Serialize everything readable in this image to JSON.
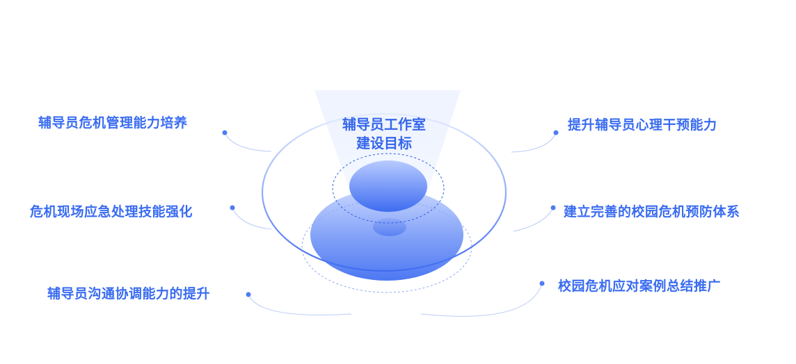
{
  "center": {
    "line1": "辅导员工作室",
    "line2": "建设目标"
  },
  "goals": {
    "left_top": "辅导员危机管理能力培养",
    "left_middle": "危机现场应急处理技能强化",
    "left_bottom": "辅导员沟通协调能力的提升",
    "right_top": "提升辅导员心理干预能力",
    "right_middle": "建立完善的校园危机预防体系",
    "right_bottom": "校园危机应对案例总结推广"
  },
  "colors": {
    "accent": "#3a6cf0",
    "accent_dark": "#2f5fe6",
    "line": "#a9c0f7"
  }
}
